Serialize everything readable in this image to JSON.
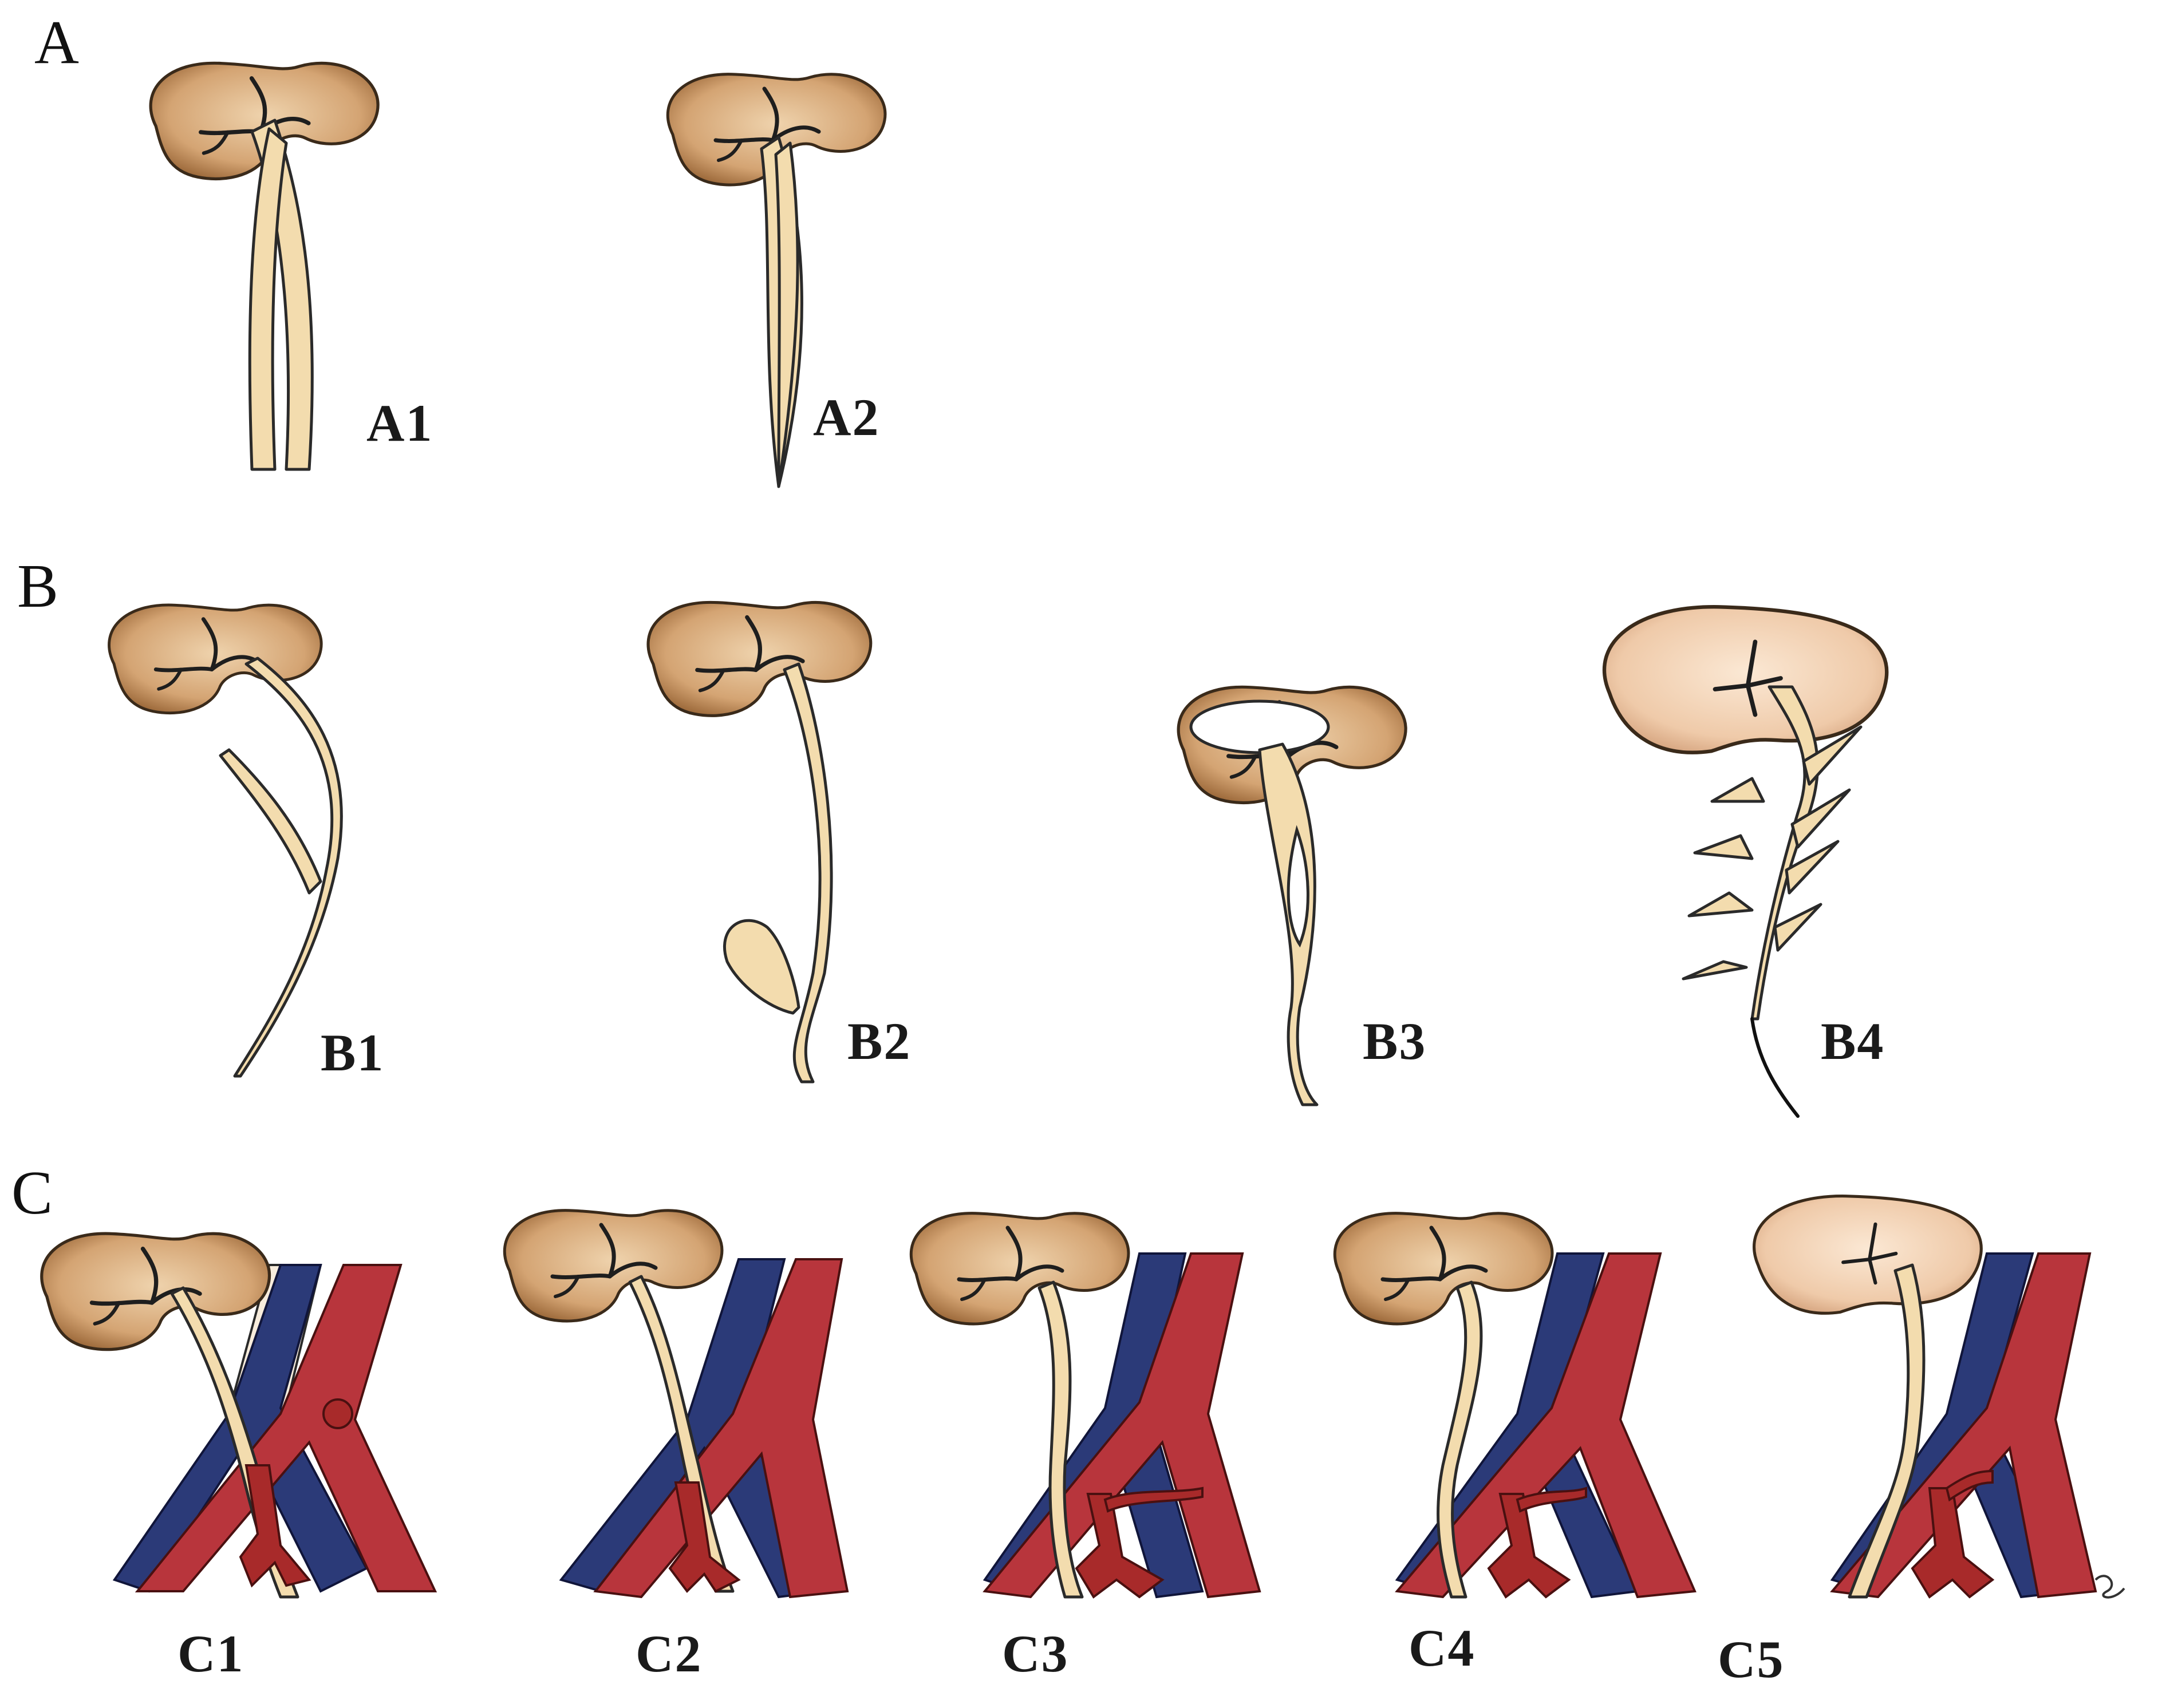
{
  "sections": [
    {
      "letter": "A",
      "panels": [
        "A1",
        "A2"
      ]
    },
    {
      "letter": "B",
      "panels": [
        "B1",
        "B2",
        "B3",
        "B4"
      ]
    },
    {
      "letter": "C",
      "panels": [
        "C1",
        "C2",
        "C3",
        "C4",
        "C5"
      ]
    }
  ],
  "colors": {
    "kidney": "#c9935a",
    "kidney_light": "#e8c29a",
    "ureter": "#f3dcae",
    "artery": "#b8353c",
    "vein": "#2b3a78",
    "outline": "#2a2a2a"
  }
}
